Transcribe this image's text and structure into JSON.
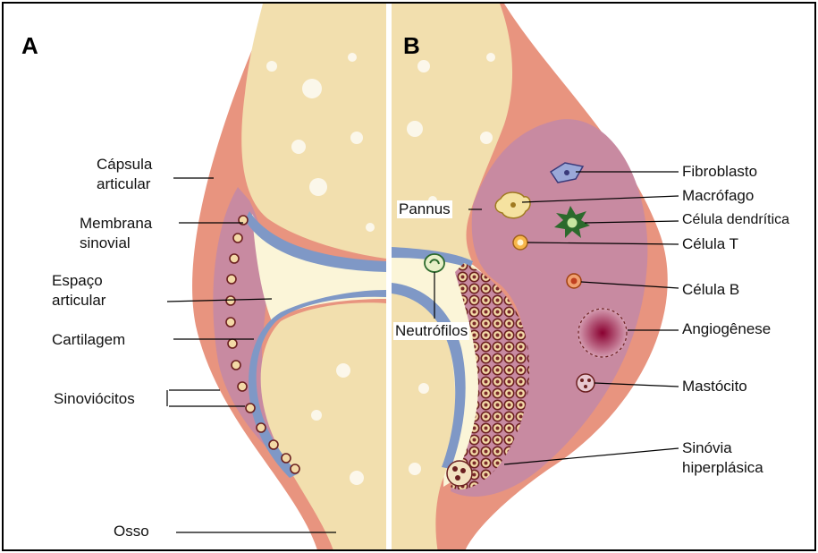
{
  "panels": {
    "a": "A",
    "b": "B"
  },
  "labels_a": {
    "capsula_1": "Cápsula",
    "capsula_2": "articular",
    "membrana_1": "Membrana",
    "membrana_2": "sinovial",
    "espaco_1": "Espaço",
    "espaco_2": "articular",
    "cartilagem": "Cartilagem",
    "sinoviocitos": "Sinoviócitos",
    "osso": "Osso"
  },
  "labels_b": {
    "pannus": "Pannus",
    "neutrofilos": "Neutrófilos",
    "fibroblasto": "Fibroblasto",
    "macrofago": "Macrófago",
    "celula_dendritica": "Célula dendrítica",
    "celula_t": "Célula T",
    "celula_b": "Célula B",
    "angiogenese": "Angiogênese",
    "mastocito": "Mastócito",
    "sinovia_1": "Sinóvia",
    "sinovia_2": "hiperplásica"
  },
  "colors": {
    "capsule": "#e8947f",
    "bone": "#f2dfae",
    "synovium": "#c88aa1",
    "cartilage": "#7f98c6",
    "joint_space": "#fbf5d8",
    "cell": "#7a2a2a"
  }
}
